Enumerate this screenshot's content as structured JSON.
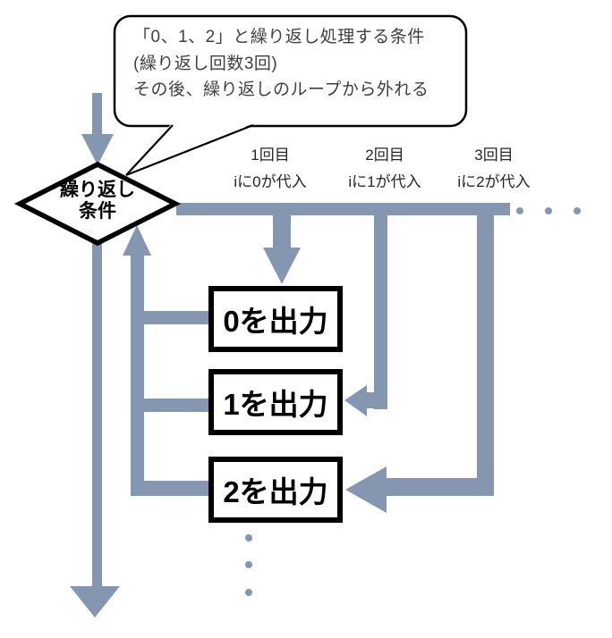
{
  "colors": {
    "arrow": "#8496b0",
    "outline": "#000000",
    "callout_text": "#3f3f3f",
    "label_text": "#262626",
    "node_text": "#000000"
  },
  "callout": {
    "lines": [
      "「0、1、2」と繰り返し処理する条件",
      "(繰り返し回数3回)",
      "その後、繰り返しのループから外れる"
    ]
  },
  "condition": {
    "line1": "繰り返し",
    "line2": "条件"
  },
  "iterations": [
    {
      "title": "1回目",
      "subtitle": "iに0が代入"
    },
    {
      "title": "2回目",
      "subtitle": "iに1が代入"
    },
    {
      "title": "3回目",
      "subtitle": "iに2が代入"
    }
  ],
  "boxes": [
    {
      "label": "0を出力"
    },
    {
      "label": "1を出力"
    },
    {
      "label": "2を出力"
    }
  ]
}
